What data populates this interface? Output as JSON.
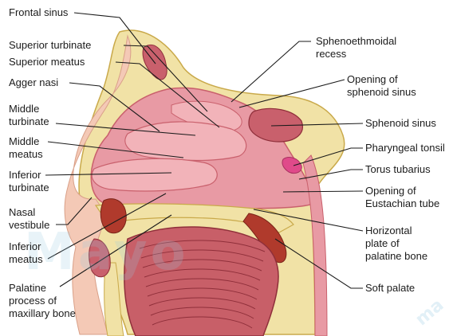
{
  "labels": {
    "frontal_sinus": "Frontal sinus",
    "superior_turbinate": "Superior turbinate",
    "superior_meatus": "Superior meatus",
    "agger_nasi": "Agger nasi",
    "middle_turbinate": [
      "Middle",
      "turbinate"
    ],
    "middle_meatus": [
      "Middle",
      "meatus"
    ],
    "inferior_turbinate": [
      "Inferior",
      "turbinate"
    ],
    "nasal_vestibule": [
      "Nasal",
      "vestibule"
    ],
    "inferior_meatus": [
      "Inferior",
      "meatus"
    ],
    "palatine_process": [
      "Palatine",
      "process of",
      "maxillary bone"
    ],
    "sphenoethmoidal_recess": [
      "Sphenoethmoidal",
      "recess"
    ],
    "opening_sphenoid_sinus": [
      "Opening of",
      "sphenoid sinus"
    ],
    "sphenoid_sinus": "Sphenoid sinus",
    "pharyngeal_tonsil": "Pharyngeal tonsil",
    "torus_tubarius": "Torus tubarius",
    "opening_eustachian": [
      "Opening of",
      "Eustachian tube"
    ],
    "horizontal_plate": [
      "Horizontal",
      "plate of",
      "palatine bone"
    ],
    "soft_palate": "Soft palate"
  },
  "watermark": {
    "text": "Mayo",
    "corner_text": "ma"
  },
  "colors": {
    "mucosa": "#e89aa4",
    "mucosa_dark": "#c9606c",
    "turbinate": "#f2b3b9",
    "bone": "#f1e2a6",
    "bone_edge": "#c9a94a",
    "skin": "#f4c9b6",
    "tongue": "#c85f68",
    "tongue_dark": "#8f2f3a",
    "gland_red": "#b03a2c",
    "leader": "#1a1a1a"
  }
}
